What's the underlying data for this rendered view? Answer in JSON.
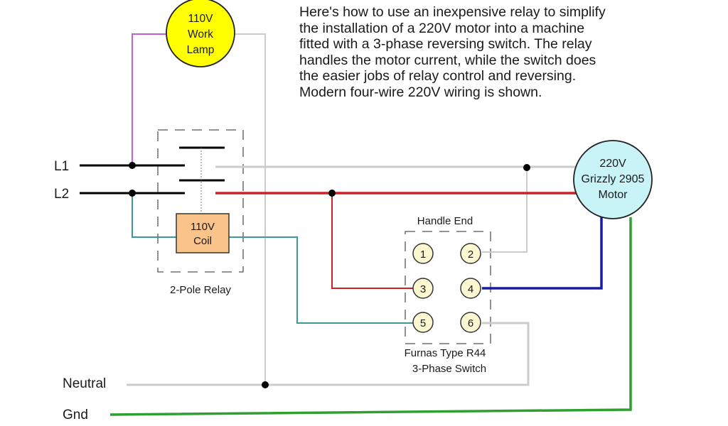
{
  "description": {
    "lines": [
      "Here's how to use an inexpensive relay to simplify",
      "the installation of a 220V motor into a machine",
      "fitted with a 3-phase reversing switch. The relay",
      "handles the motor current, while the switch does",
      "the easier jobs of relay control and reversing.",
      "Modern four-wire 220V wiring is shown."
    ]
  },
  "lamp": {
    "line1": "110V",
    "line2": "Work",
    "line3": "Lamp",
    "fill": "#ffff00"
  },
  "motor": {
    "line1": "220V",
    "line2": "Grizzly 2905",
    "line3": "Motor",
    "fill": "#c8f4f8"
  },
  "relay": {
    "coil_line1": "110V",
    "coil_line2": "Coil",
    "label": "2-Pole Relay",
    "coil_fill": "#f9c38a"
  },
  "switch": {
    "header": "Handle End",
    "label_line1": "Furnas Type R44",
    "label_line2": "3-Phase Switch",
    "terminals": [
      "1",
      "2",
      "3",
      "4",
      "5",
      "6"
    ],
    "terminal_fill": "#fbf7d0"
  },
  "lines": {
    "l1": "L1",
    "l2": "L2",
    "neutral": "Neutral",
    "gnd": "Gnd"
  },
  "wire_colors": {
    "hot": "#000000",
    "lamp": "#c060d8",
    "neutral": "#cccccc",
    "red": "#cc2222",
    "teal": "#3a9a9a",
    "blue": "#1a1aa0",
    "ground": "#2fa02f"
  }
}
